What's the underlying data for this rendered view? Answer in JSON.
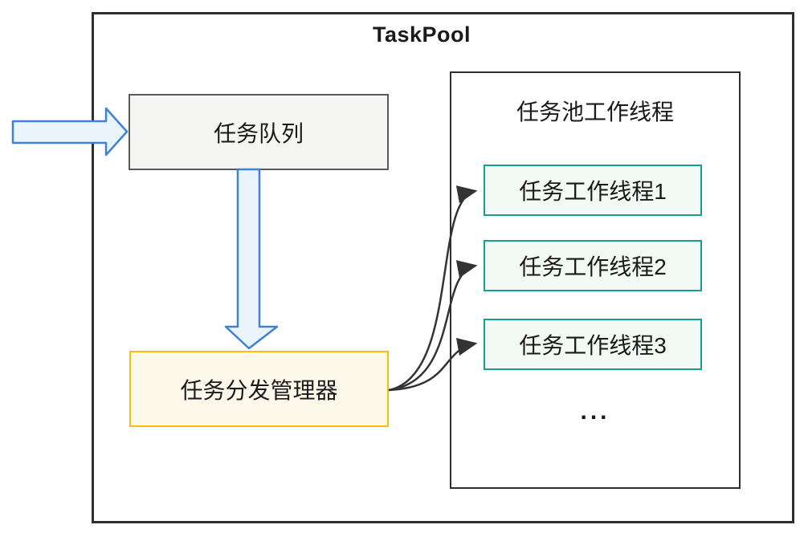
{
  "title": "TaskPool",
  "queue": {
    "label": "任务队列"
  },
  "dispatcher": {
    "label": "任务分发管理器"
  },
  "pool": {
    "title": "任务池工作线程",
    "workers": [
      "任务工作线程1",
      "任务工作线程2",
      "任务工作线程3"
    ],
    "ellipsis": "..."
  },
  "icons": {
    "input_arrow": "thick-right-arrow",
    "queue_to_dispatcher_arrow": "thick-down-arrow",
    "dispatch_connectors": "curved-right-arrows"
  },
  "colors": {
    "outer_border": "#2e2e2e",
    "queue_fill": "#f5f5f4",
    "queue_border": "#595959",
    "dispatcher_fill": "#fdf9ea",
    "dispatcher_border": "#fbbe08",
    "worker_fill": "#f3f9f4",
    "worker_border": "#14a08f",
    "blue_arrow_fill": "#e9f4fc",
    "blue_arrow_stroke": "#3e82d7",
    "connector_stroke": "#333333",
    "text": "#1a1a1a"
  }
}
